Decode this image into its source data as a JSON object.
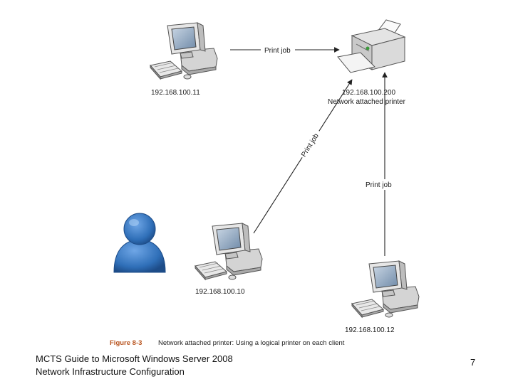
{
  "diagram": {
    "labels": {
      "print_job_top": "Print job",
      "print_job_diagonal": "Print job",
      "print_job_vertical": "Print job",
      "client_top_ip": "192.168.100.11",
      "printer_ip": "192.168.100.200",
      "printer_name": "Network attached printer",
      "client_mid_ip": "192.168.100.10",
      "client_bottom_ip": "192.168.100.12"
    },
    "caption": {
      "number": "Figure 8-3",
      "text": "Network attached printer: Using a logical printer on each client"
    },
    "icons": [
      "computer-icon",
      "printer-icon",
      "user-icon"
    ]
  },
  "footer": {
    "line1": "MCTS Guide to Microsoft Windows Server 2008",
    "line2": "Network Infrastructure Configuration",
    "page_number": "7"
  },
  "colors": {
    "user_figure": "#2f6fb8",
    "caption_accent": "#b8541f",
    "monitor_screen": "#8aa4c0"
  }
}
